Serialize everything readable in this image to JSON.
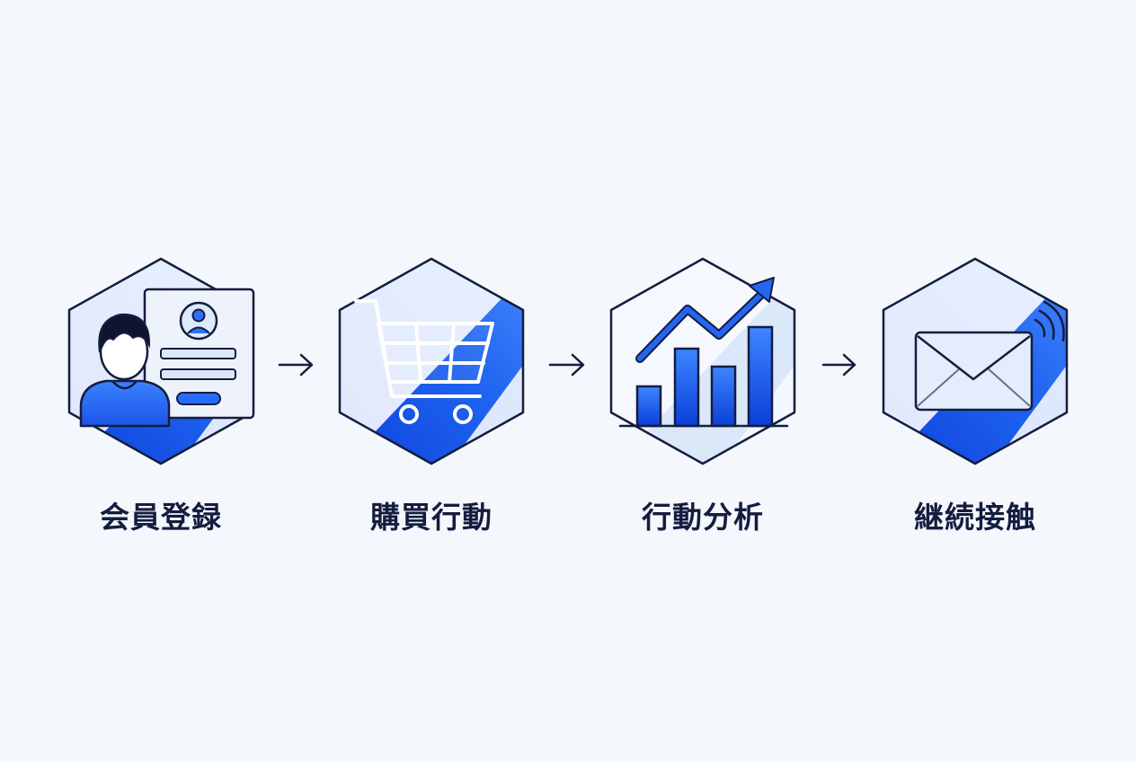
{
  "steps": [
    {
      "label": "会員登録",
      "icon": "member-registration-icon"
    },
    {
      "label": "購買行動",
      "icon": "shopping-cart-icon"
    },
    {
      "label": "行動分析",
      "icon": "growth-chart-icon"
    },
    {
      "label": "継続接触",
      "icon": "email-icon"
    }
  ],
  "connector_icon": "arrow-right-icon",
  "colors": {
    "background": "#f4f7fb",
    "blue_dark": "#0b3fd8",
    "blue_bright": "#2f7bff",
    "blue_light": "#dce9fb",
    "outline": "#141d3f"
  }
}
